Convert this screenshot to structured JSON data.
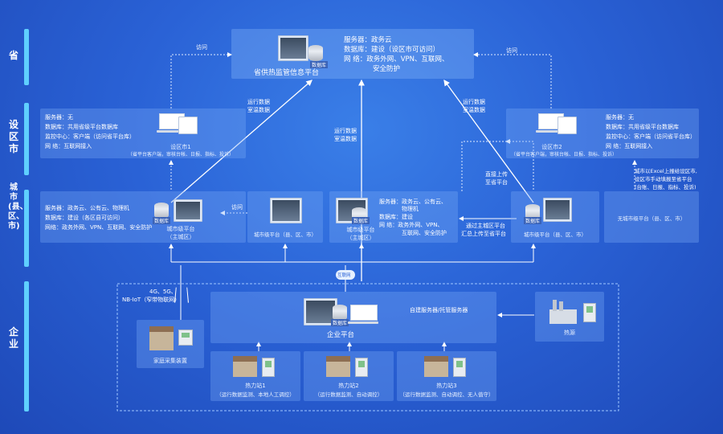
{
  "tiers": {
    "province": "省",
    "district_city": "设区市",
    "city_county": "城市(县、区、市)",
    "enterprise": "企业"
  },
  "province_platform": {
    "title": "省供热监管信息平台",
    "db_label": "数据库",
    "server": "服务器：政务云",
    "database": "数据库：建设（设区市可访问）",
    "network": "网   络：政务外网、VPN、互联网、",
    "network2": "安全防护"
  },
  "district_city_1": {
    "server": "服务器：无",
    "database": "数据库：共用省级平台数据库",
    "monitor": "监控中心：客户端（访问省平台库）",
    "network": "网   络：互联网接入",
    "name": "设区市1",
    "desc": "（省平台客户端，审核台帐、日报、指标、投诉）"
  },
  "district_city_2": {
    "server": "服务器：无",
    "database": "数据库：共用省级平台数据库",
    "monitor": "监控中心：客户端（访问省平台库）",
    "network": "网   络：互联网接入",
    "name": "设区市2",
    "desc": "（省平台客户端，审核台帐、日报、指标、投诉）"
  },
  "city_main_left": {
    "server": "服务器：政务云、公有云、物理机",
    "database": "数据库：建设（各区县可访问）",
    "network": "网络：政务外网、VPN、互联网、安全防护",
    "db_label": "数据库",
    "name": "城市级平台",
    "sub": "（主城区）"
  },
  "city_plain_left": {
    "name": "城市级平台（县、区、市）"
  },
  "city_main_center": {
    "server": "服务器：政务云、公有云、",
    "server2": "物理机",
    "database": "数据库：建设",
    "network": "网   络：政务外网、VPN、",
    "network2": "互联网、安全防护",
    "db_label": "数据库",
    "name": "城市级平台",
    "sub": "（主城区）"
  },
  "city_right": {
    "db_label": "数据库",
    "name": "城市级平台（县、区、市）"
  },
  "city_no_platform": {
    "name": "无城市级平台（县、区、市）"
  },
  "enterprise": {
    "platform_name": "企业平台",
    "db_label": "数据库",
    "self_server": "自建服务器/托管服务器",
    "heat_source": "热源",
    "home_device": "家庭采集装置",
    "network_label": "4G、5G、",
    "network_label2": "NB-IoT（窄带物联网）",
    "internet": "互联网",
    "stations": [
      {
        "name": "热力站1",
        "desc": "（运行数据监测、本地人工调控）"
      },
      {
        "name": "热力站2",
        "desc": "（运行数据监测、自动调控）"
      },
      {
        "name": "热力站3",
        "desc": "（运行数据监测、自动调控、无人值守）"
      }
    ]
  },
  "annotations": {
    "access_top_left": "访问",
    "access_top_right": "访问",
    "access_mid_left": "访问",
    "run_data_left": "运行数据",
    "run_data_left2": "室温数据",
    "run_data_center": "运行数据",
    "run_data_center2": "室温数据",
    "run_data_right": "运行数据",
    "run_data_right2": "室温数据",
    "direct_upload": "直接上传",
    "direct_upload2": "至省平台",
    "via_main_city": "通过主城区平台",
    "via_main_city2": "汇总上传至省平台",
    "excel_note1": "城市以Excel上报给设区市,",
    "excel_note2": "设区市手动填报至省平台",
    "excel_note3": "(台账、日报、指标、投诉)"
  }
}
